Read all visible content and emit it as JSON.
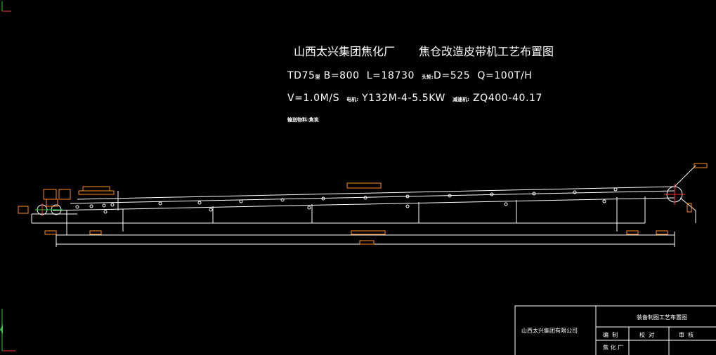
{
  "title": {
    "company": "山西太兴集团焦化厂",
    "project": "焦仓改造皮带机工艺布置图"
  },
  "spec_line1": {
    "model": "TD75",
    "model_suffix": "型",
    "belt_width": "B=800",
    "length": "L=18730",
    "drum_label": "头轮:",
    "drum": "D=525",
    "capacity": "Q=100T/H"
  },
  "spec_line2": {
    "speed": "V=1.0M/S",
    "motor_label": "电机:",
    "motor": "Y132M-4-5.5KW",
    "reducer_label": "减速机:",
    "reducer": "ZQ400-40.17"
  },
  "note": "输送物料:焦炭",
  "title_block": {
    "company": "山西太兴集团有限公司",
    "drawing_name": "装备制图工艺布置图",
    "row1": [
      "编  制",
      "校  对",
      "审  核"
    ],
    "dept": "焦 化 厂"
  },
  "colors": {
    "background": "#000000",
    "line": "#ffffff",
    "equipment": "#ff8c1a",
    "axis_red": "#ff3030",
    "axis_green": "#20d040"
  }
}
